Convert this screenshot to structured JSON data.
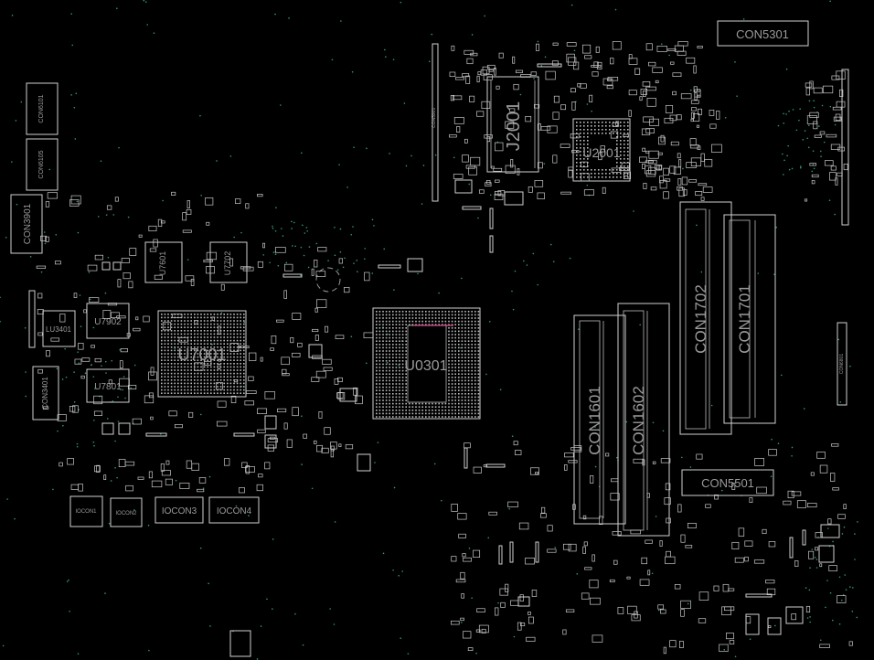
{
  "board": {
    "background": "#000000",
    "outline_color": "#d0d0d0",
    "label_color": "#9a9a9a",
    "via_color": "#2f9e6a",
    "highlight_color": "#d94a8c"
  },
  "labels": {
    "con5301": "CON5301",
    "j2001": "J2001",
    "u2001": "U2001",
    "con6101": "CON6101",
    "con6105": "CON6105",
    "con3901": "CON3901",
    "u7601": "U7601",
    "u7702": "U7702",
    "u7902": "U7902",
    "lu3401": "LU3401",
    "u7001": "U7001",
    "u7801": "U7801",
    "con3401": "CON3401",
    "u0301": "U0301",
    "con1702": "CON1702",
    "con1701": "CON1701",
    "con1601": "CON1601",
    "con1602": "CON1602",
    "con5501": "CON5501",
    "iocon1": "IOCON1",
    "iocon2": "IOCON2",
    "iocon3": "IOCON3",
    "iocon4": "IOCON4",
    "con6801": "CON6801",
    "con5901": "CON5901"
  }
}
